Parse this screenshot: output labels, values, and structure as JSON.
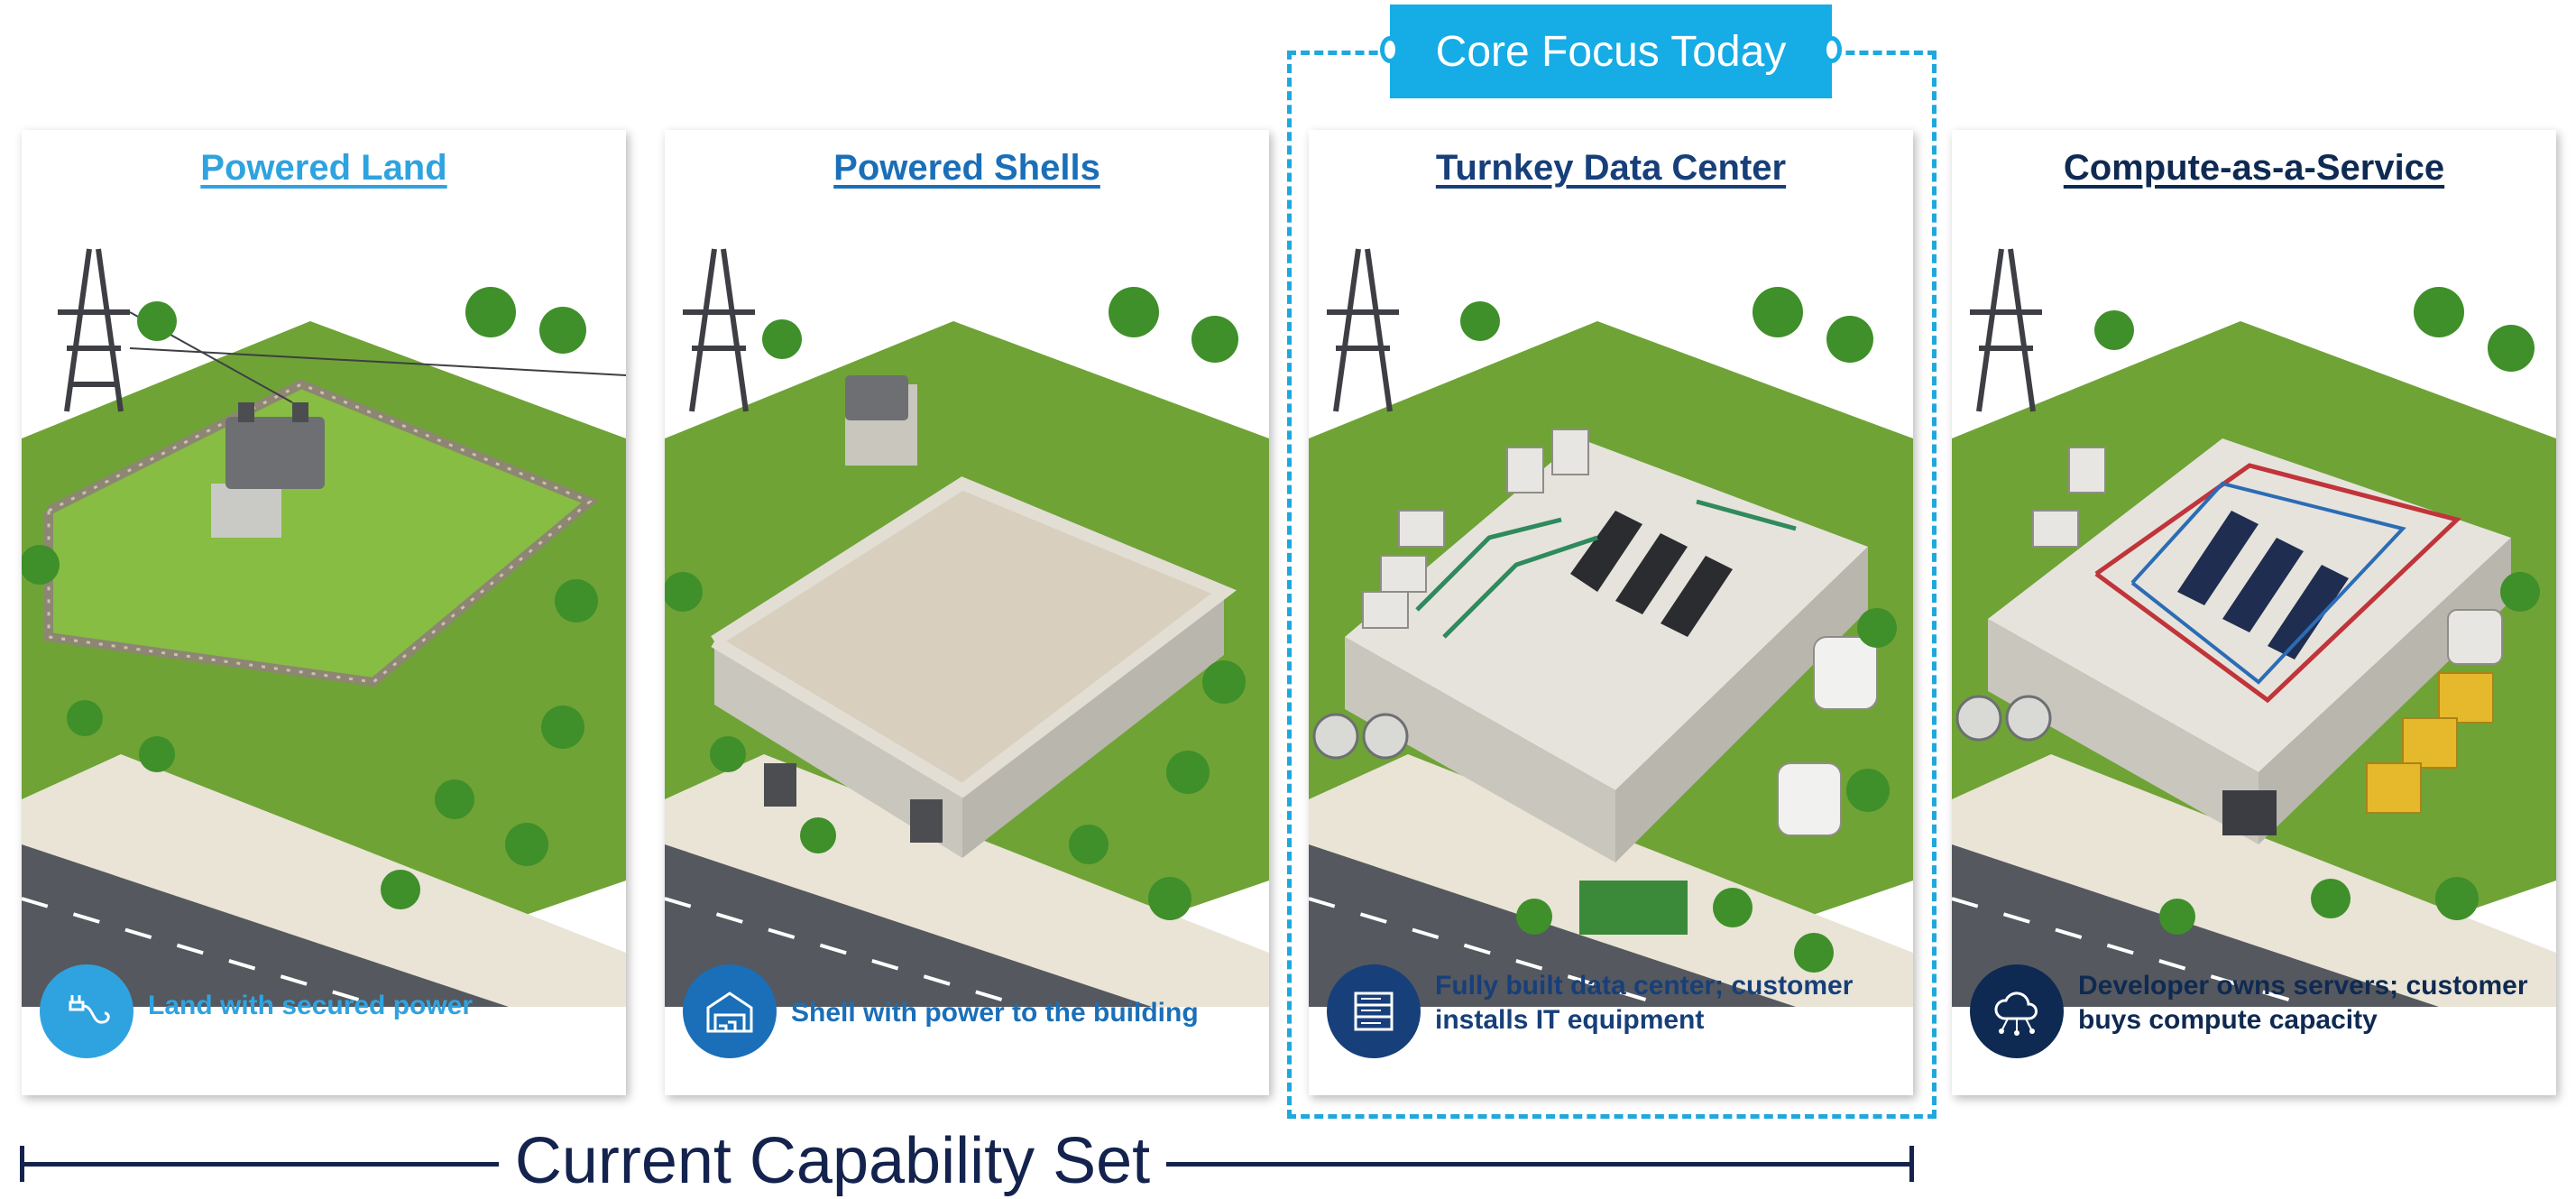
{
  "focus_banner": {
    "label": "Core Focus Today"
  },
  "capability_bracket": {
    "label": "Current Capability Set"
  },
  "cards": [
    {
      "title": "Powered Land",
      "description": "Land with secured power",
      "icon": "plug-icon",
      "title_color": "#2fa3e0",
      "desc_color": "#2fa3e0",
      "icon_bg": "#2fa3e0"
    },
    {
      "title": "Powered Shells",
      "description": "Shell with power to the building",
      "icon": "warehouse-icon",
      "title_color": "#1a6fb8",
      "desc_color": "#1a6fb8",
      "icon_bg": "#1a6fb8"
    },
    {
      "title": "Turnkey Data Center",
      "description": "Fully built data center;  customer installs IT equipment",
      "icon": "server-rack-icon",
      "title_color": "#173f7a",
      "desc_color": "#173f7a",
      "icon_bg": "#173f7a"
    },
    {
      "title": "Compute-as-a-Service",
      "description": "Developer owns servers; customer buys compute capacity",
      "icon": "cloud-network-icon",
      "title_color": "#0f2a52",
      "desc_color": "#0f2a52",
      "icon_bg": "#0f2a52"
    }
  ],
  "colors": {
    "accent": "#16ace6",
    "navy": "#14234d",
    "grass": "#7fb23a",
    "fence": "#8d8672",
    "road": "#585b62"
  }
}
